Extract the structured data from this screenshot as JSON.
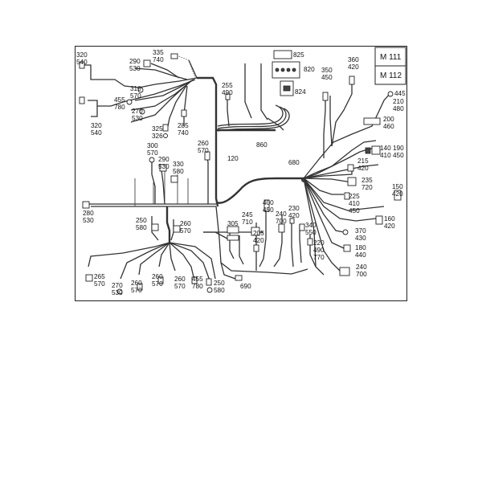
{
  "models": [
    "M 111",
    "M 112"
  ],
  "labels": {
    "l320_540_top": [
      "320",
      "540"
    ],
    "l290_530": [
      "290",
      "530"
    ],
    "l335_740": [
      "335",
      "740"
    ],
    "l825": [
      "825"
    ],
    "l820": [
      "820"
    ],
    "l824": [
      "824"
    ],
    "l350_450": [
      "350",
      "450"
    ],
    "l360_420": [
      "360",
      "420"
    ],
    "l445": [
      "445"
    ],
    "l210_480": [
      "210",
      "480"
    ],
    "l310_570": [
      "310",
      "570"
    ],
    "l455_780_top": [
      "455",
      "780"
    ],
    "l270_530_top": [
      "270",
      "530"
    ],
    "l255_490": [
      "255",
      "490"
    ],
    "l320_540_bot": [
      "320",
      "540"
    ],
    "l200_460": [
      "200",
      "460"
    ],
    "l325_326": [
      "325",
      "326"
    ],
    "l285_740": [
      "285",
      "740"
    ],
    "l860": [
      "860"
    ],
    "l190_450": [
      "190",
      "450"
    ],
    "l140_410": [
      "140",
      "410"
    ],
    "l300_570": [
      "300",
      "570"
    ],
    "l260_570_mid": [
      "260",
      "570"
    ],
    "l120": [
      "120"
    ],
    "l215_420": [
      "215",
      "420"
    ],
    "l290_530_b": [
      "290",
      "530"
    ],
    "l330_580": [
      "330",
      "580"
    ],
    "l680": [
      "680"
    ],
    "l235_720": [
      "235",
      "720"
    ],
    "l150_420": [
      "150",
      "420"
    ],
    "l225_410_450": [
      "225",
      "410",
      "450"
    ],
    "l400_450": [
      "400",
      "450"
    ],
    "l280_530": [
      "280",
      "530"
    ],
    "l240_700_mid": [
      "240",
      "700"
    ],
    "l230_420": [
      "230",
      "420"
    ],
    "l245_710": [
      "245",
      "710"
    ],
    "l160_420": [
      "160",
      "420"
    ],
    "l250_580_top": [
      "250",
      "580"
    ],
    "l260_570_r": [
      "260",
      "570"
    ],
    "l305": [
      "305"
    ],
    "l205_420": [
      "205",
      "420"
    ],
    "l340_550": [
      "340",
      "550"
    ],
    "l370_430": [
      "370",
      "430"
    ],
    "l220_490_770": [
      "220",
      "490",
      "770"
    ],
    "l180_440": [
      "180",
      "440"
    ],
    "l240_700_bot": [
      "240",
      "700"
    ],
    "l265_570": [
      "265",
      "570"
    ],
    "l260_570_b1": [
      "260",
      "570"
    ],
    "l270_530_b": [
      "270",
      "530"
    ],
    "l260_570_b2": [
      "260",
      "570"
    ],
    "l260_570_b3": [
      "260",
      "570"
    ],
    "l455_780_b": [
      "455",
      "780"
    ],
    "l250_580_b": [
      "250",
      "580"
    ],
    "l690": [
      "690"
    ]
  },
  "colors": {
    "line": "#333333",
    "frame": "#222222",
    "background": "#ffffff"
  }
}
